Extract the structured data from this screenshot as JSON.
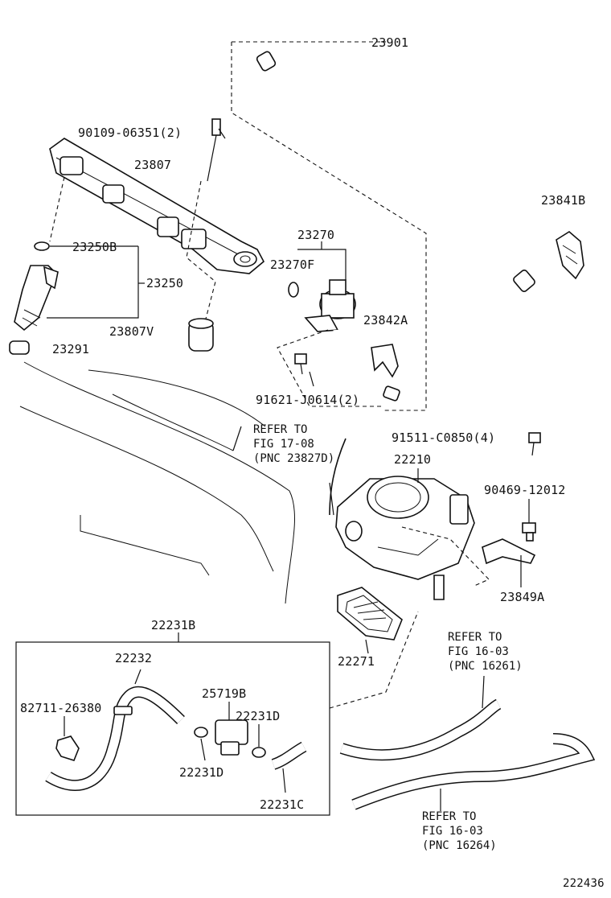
{
  "callouts": {
    "p23901": "23901",
    "p90109": "90109-06351(2)",
    "p23807": "23807",
    "p23841B": "23841B",
    "p23250B": "23250B",
    "p23250": "23250",
    "p23270": "23270",
    "p23270F": "23270F",
    "p23807V": "23807V",
    "p23842A": "23842A",
    "p23291": "23291",
    "p91621": "91621-J0614(2)",
    "p91511": "91511-C0850(4)",
    "p22210": "22210",
    "p90469": "90469-12012",
    "p23849A": "23849A",
    "p22231B": "22231B",
    "p22271": "22271",
    "p22232": "22232",
    "p25719B": "25719B",
    "p82711": "82711-26380",
    "p22231D_a": "22231D",
    "p22231D_b": "22231D",
    "p22231C": "22231C"
  },
  "references": {
    "ref1": {
      "l1": "REFER TO",
      "l2": "FIG 17-08",
      "l3": "(PNC 23827D)"
    },
    "ref2": {
      "l1": "REFER TO",
      "l2": "FIG 16-03",
      "l3": "(PNC 16261)"
    },
    "ref3": {
      "l1": "REFER TO",
      "l2": "FIG 16-03",
      "l3": "(PNC 16264)"
    }
  },
  "figure_id": "222436"
}
